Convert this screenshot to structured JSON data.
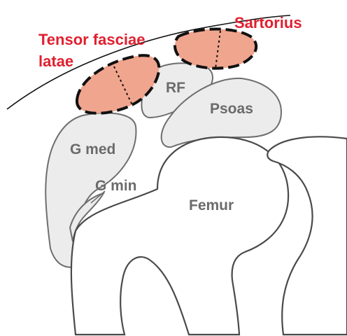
{
  "labels": {
    "tensor_line1": "Tensor fasciae",
    "tensor_line2": "latae",
    "sartorius": "Sartorius",
    "rf": "RF",
    "psoas": "Psoas",
    "g_med": "G med",
    "g_min": "G min",
    "femur": "Femur"
  },
  "colors": {
    "highlight_fill": "#f0a58e",
    "label_red": "#e0202f",
    "label_gray": "#6b6b6b",
    "muscle_fill": "#ececec"
  }
}
